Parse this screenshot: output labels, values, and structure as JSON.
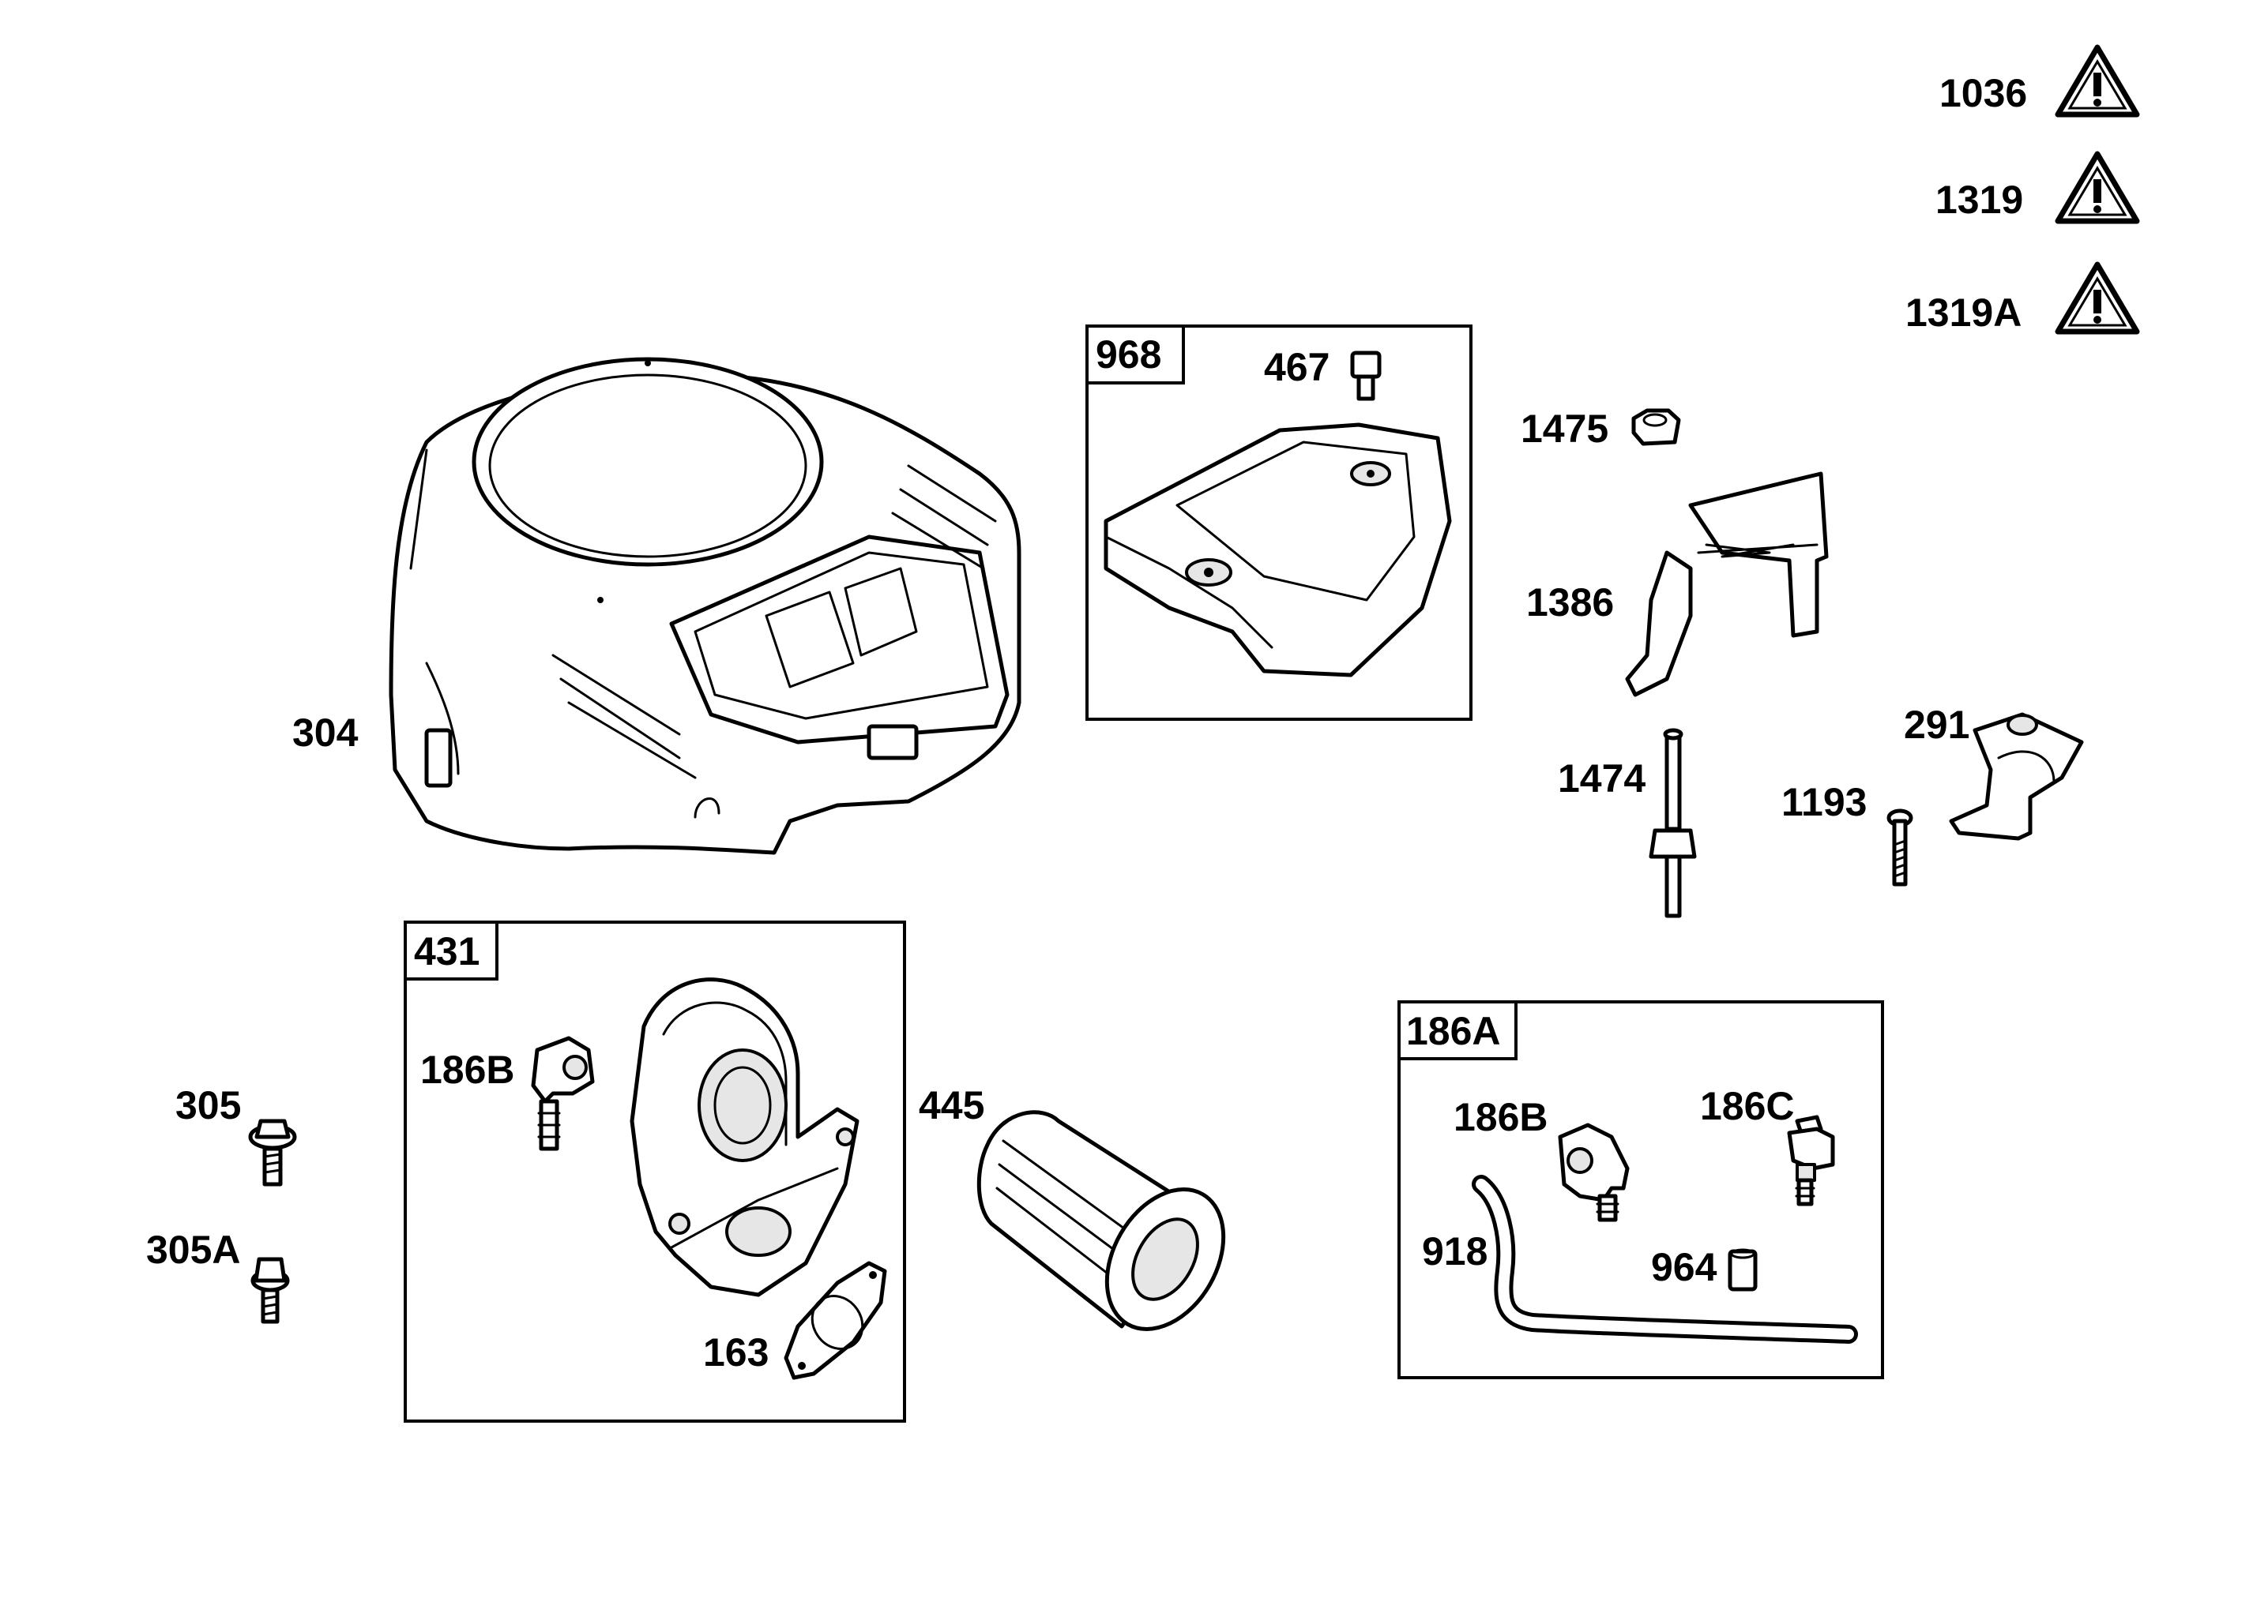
{
  "warnings": [
    {
      "number": "1036"
    },
    {
      "number": "1319"
    },
    {
      "number": "1319A"
    }
  ],
  "groups": {
    "g968": "968",
    "g431": "431",
    "g186A": "186A"
  },
  "parts": {
    "p304": "304",
    "p467": "467",
    "p1475": "1475",
    "p1386": "1386",
    "p1474": "1474",
    "p1193": "1193",
    "p291": "291",
    "p186B_a": "186B",
    "p305": "305",
    "p305A": "305A",
    "p445": "445",
    "p163": "163",
    "p186B_b": "186B",
    "p186C": "186C",
    "p918": "918",
    "p964": "964"
  }
}
